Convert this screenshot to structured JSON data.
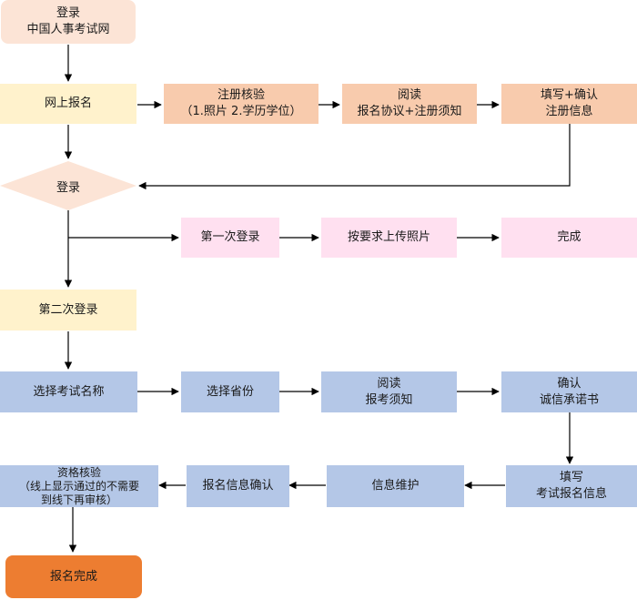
{
  "nodes": {
    "login_site": [
      "登录",
      "中国人事考试网"
    ],
    "online_register": [
      "网上报名"
    ],
    "register_check": [
      "注册核验",
      "（1.照片 2.学历学位）"
    ],
    "read_agreement": [
      "阅读",
      "报名协议+注册须知"
    ],
    "fill_confirm_register": [
      "填写+确认",
      "注册信息"
    ],
    "login_decision": [
      "登录"
    ],
    "first_login": [
      "第一次登录"
    ],
    "upload_photo": [
      "按要求上传照片"
    ],
    "done": [
      "完成"
    ],
    "second_login": [
      "第二次登录"
    ],
    "select_exam": [
      "选择考试名称"
    ],
    "select_province": [
      "选择省份"
    ],
    "read_exam_notice": [
      "阅读",
      "报考须知"
    ],
    "confirm_integrity": [
      "确认",
      "诚信承诺书"
    ],
    "fill_exam_info": [
      "填写",
      "考试报名信息"
    ],
    "info_maintain": [
      "信息维护"
    ],
    "confirm_register_info": [
      "报名信息确认"
    ],
    "qualification_check": [
      "资格核验",
      "（线上显示通过的不需要",
      "到线下再审核）"
    ],
    "register_complete": [
      "报名完成"
    ]
  },
  "colors": {
    "peach": "#f8cbad",
    "peach_light": "#fce4d6",
    "yellow": "#fff2cc",
    "pink": "#ffe0f0",
    "blue": "#b4c7e7",
    "orange": "#ed7d31",
    "arrow": "#000000"
  }
}
